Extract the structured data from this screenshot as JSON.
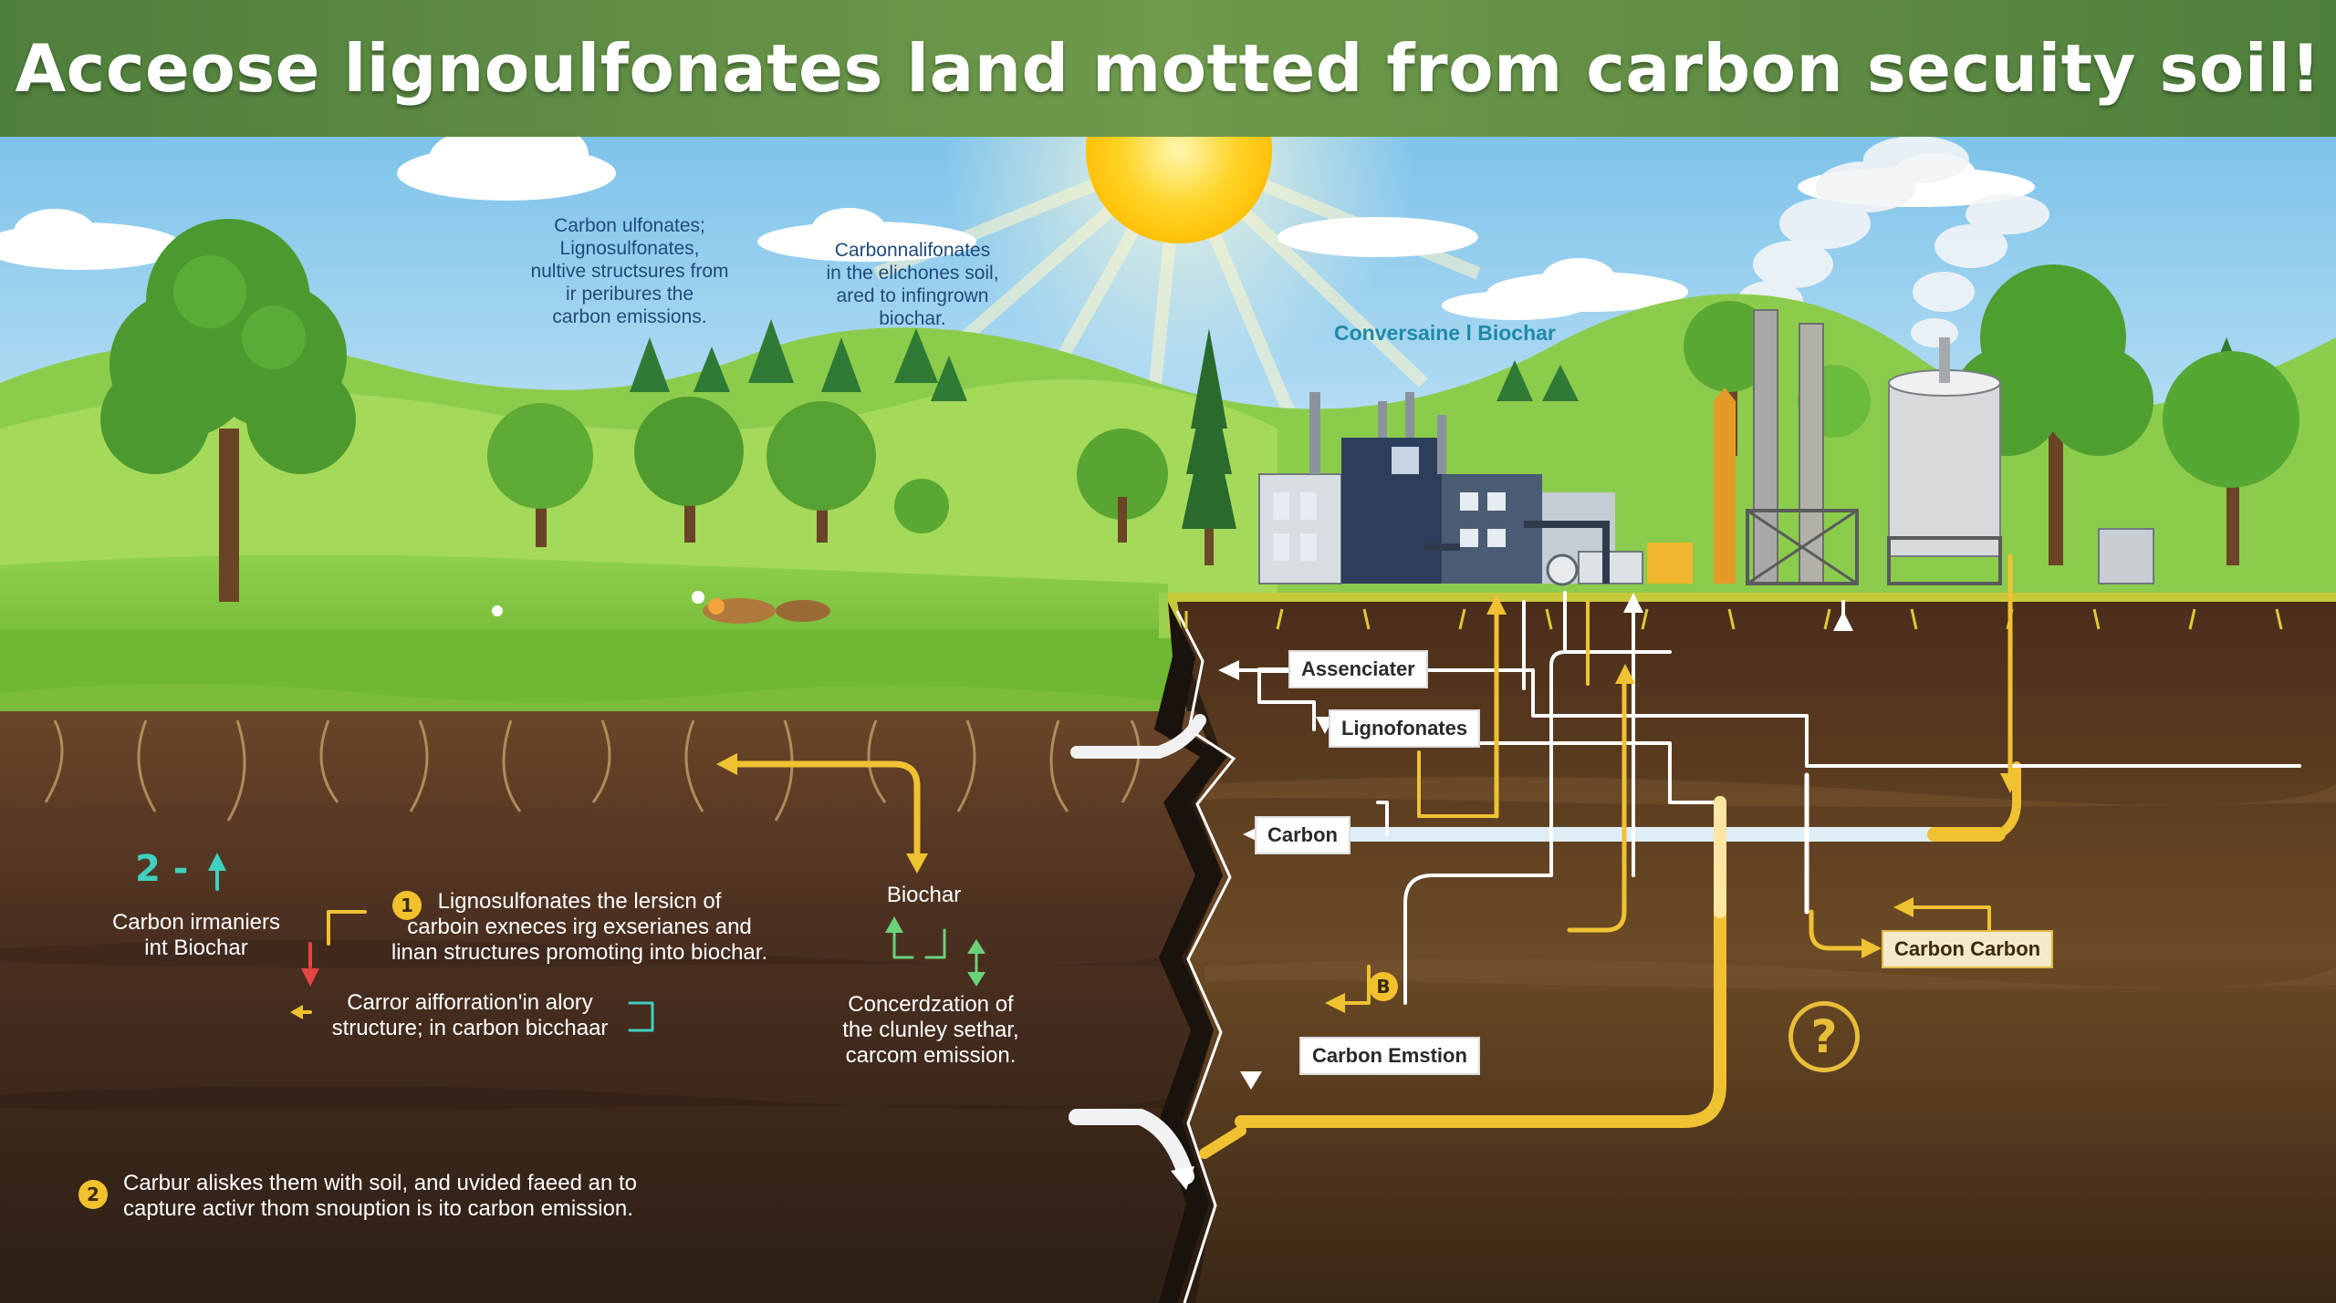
{
  "title": "Accеose lignoulfonates land motted from carbon secuity soil!",
  "colors": {
    "title_bar": "#5c8a46",
    "sky": "#9fd4f0",
    "grass": "#7cc43e",
    "soil": "#4a2f1c",
    "pipe_gold": "#f0c232",
    "pipe_white": "#ffffff"
  },
  "sky_notes": {
    "left": [
      "Carbon ulfonates;",
      "Lignosulfonates,",
      "nultive structsures from",
      "ir peribures the",
      "carbon emissions."
    ],
    "right": [
      "Carbonnalifonates",
      "in the elichones soil,",
      "ared to infingrown",
      "biochar."
    ],
    "plant_label": "Conversaine l Biochar"
  },
  "soil_left": {
    "step_number": "2 -",
    "carbon_text": [
      "Carbon irmaniers",
      "int Biochar"
    ],
    "badge1": "1",
    "badge1_text": [
      "Lignosulfonates the lersicn of",
      "carboin exneces irg exserianes and",
      "linan structures promoting into biochar."
    ],
    "affo_text": [
      "Carror aifforration'in alory",
      "structure; in carbon bicchaar"
    ],
    "biochar_label": "Biochar",
    "concer_text": [
      "Concerdzation of",
      "the clunley sethar,",
      "carcom emission."
    ],
    "badge2": "2",
    "badge2_text": [
      "Carbur aliskes them with soil, and uvided faeed an to",
      "capture activr thom snouption is ito carbon emission."
    ]
  },
  "soil_right": {
    "associater": "Assenciater",
    "lignofonates": "Lignofonates",
    "carbon": "Carbon",
    "carbon_carbon": "Carbon Carbon",
    "badge_b": "B",
    "carbon_emission": "Carbon Emstion",
    "question": "?"
  }
}
